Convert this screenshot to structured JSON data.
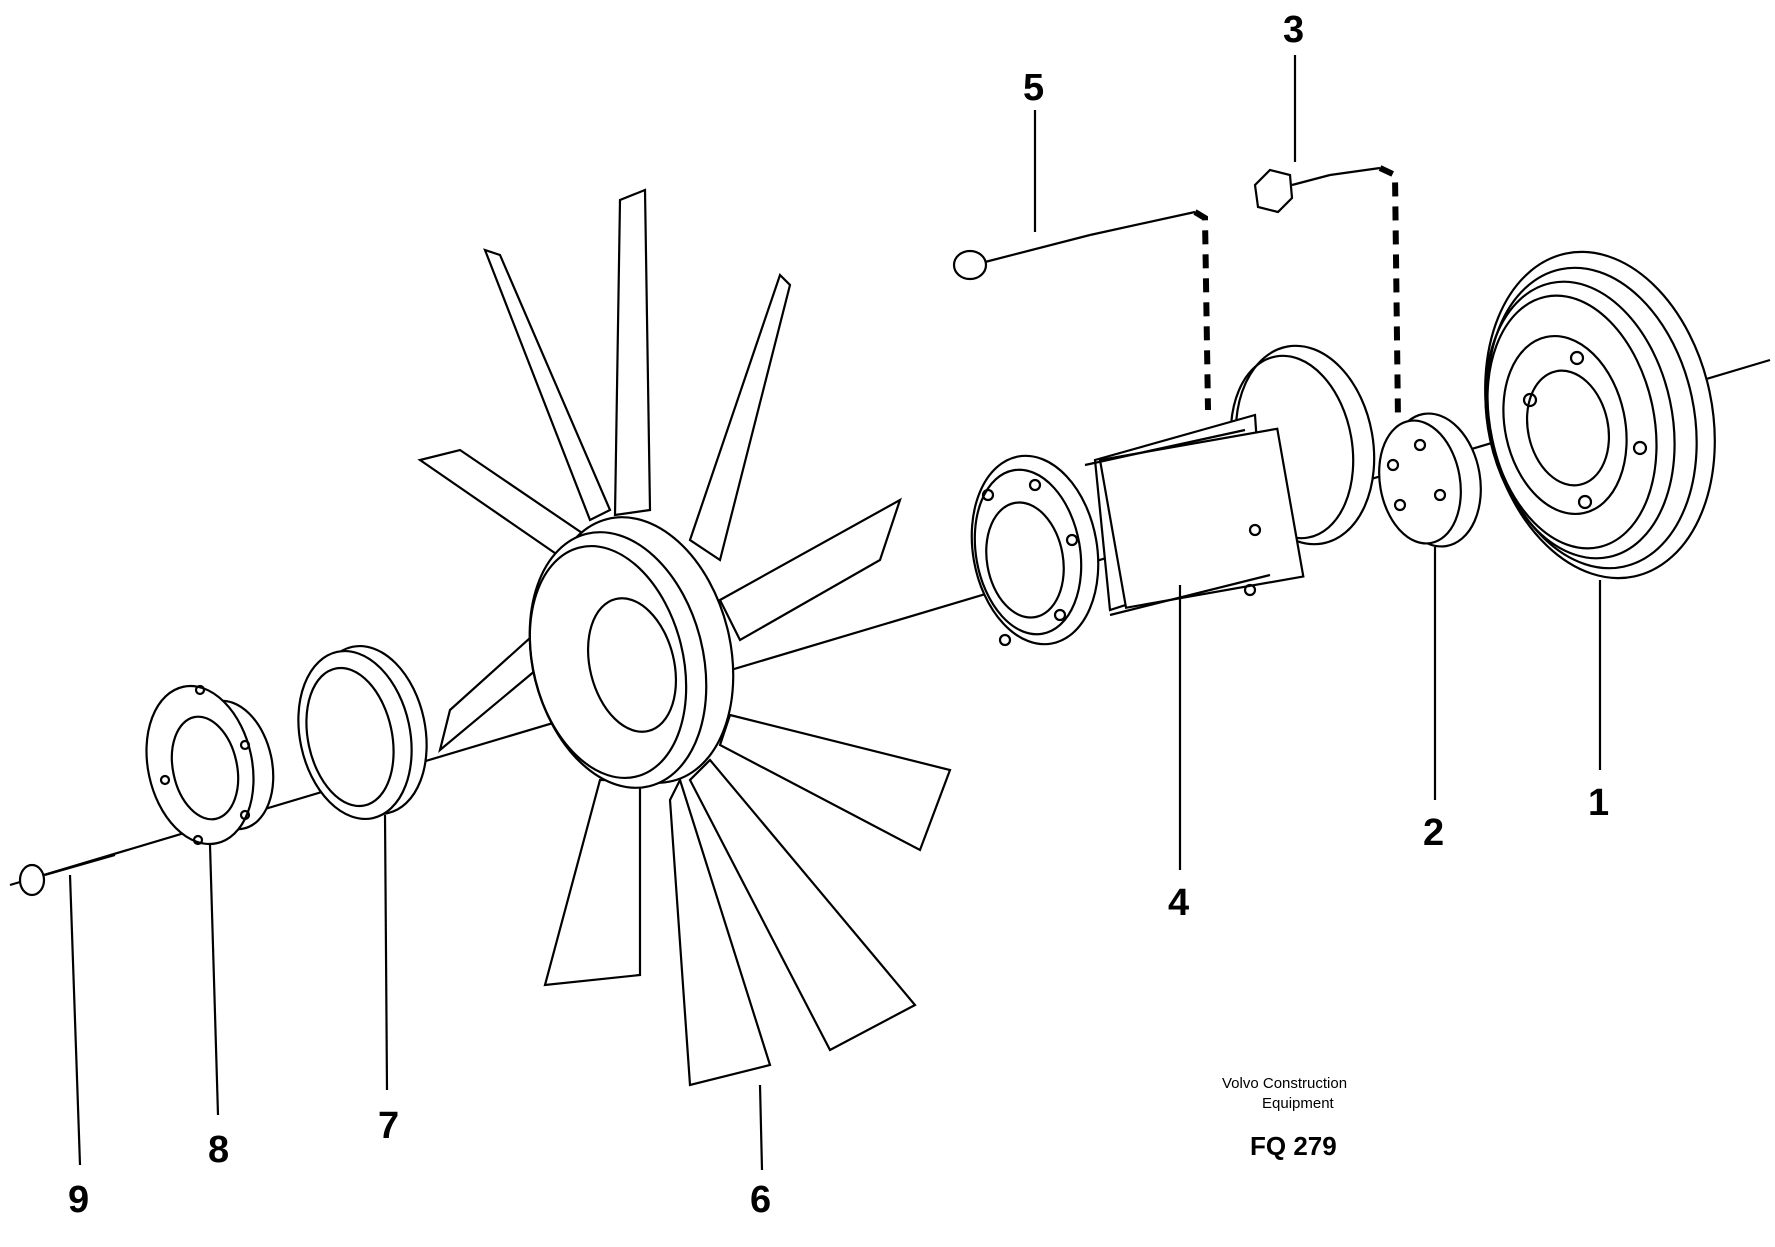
{
  "diagram": {
    "callouts": [
      "1",
      "2",
      "3",
      "4",
      "5",
      "6",
      "7",
      "8",
      "9"
    ],
    "credit_line_1": "Volvo Construction",
    "credit_line_2": "Equipment",
    "figure_code": "FQ 279"
  },
  "colors": {
    "ink": "#000000",
    "paper": "#ffffff"
  }
}
